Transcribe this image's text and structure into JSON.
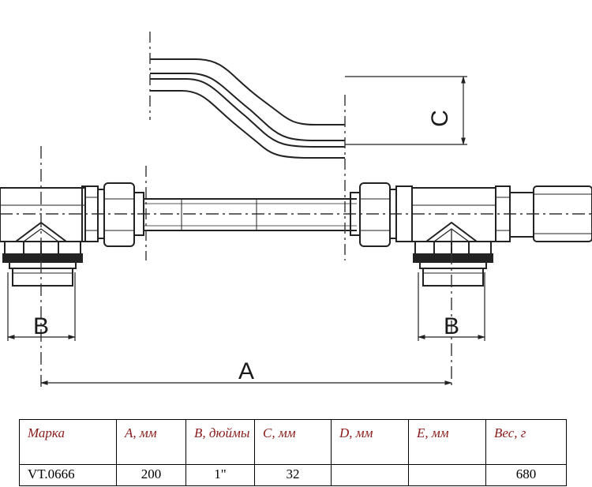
{
  "drawing": {
    "dimension_labels": {
      "a": "A",
      "b_left": "B",
      "b_right": "B",
      "c": "C"
    }
  },
  "table": {
    "headers": [
      "Марка",
      "A, мм",
      "B, дюймы",
      "C, мм",
      "D, мм",
      "E, мм",
      "Вес, г"
    ],
    "rows": [
      [
        "VT.0666",
        "200",
        "1\"",
        "32",
        "",
        "",
        "680"
      ]
    ]
  }
}
